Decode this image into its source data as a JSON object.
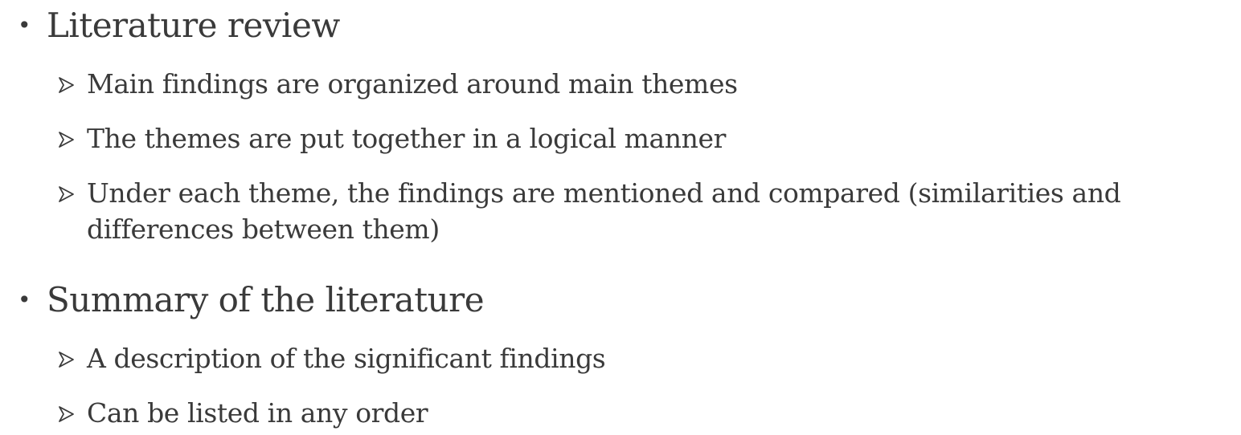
{
  "sections": [
    {
      "heading": "Literature review",
      "items": [
        "Main findings are organized around main themes",
        "The themes are put together in a logical manner",
        "Under each theme, the findings are mentioned and compared (similarities and differences between them)"
      ]
    },
    {
      "heading": "Summary of the literature",
      "items": [
        "A description of the significant findings",
        "Can be listed in any order"
      ]
    }
  ],
  "bullet_glyph": "•",
  "colors": {
    "text": "#3a3a3a",
    "background": "#ffffff"
  }
}
